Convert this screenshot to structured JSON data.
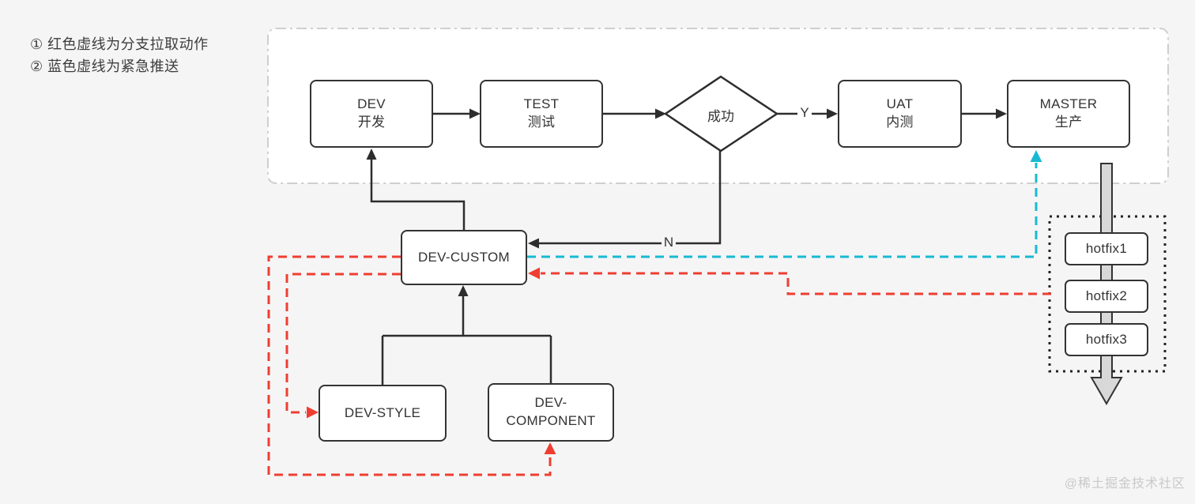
{
  "legend": {
    "line1": "① 红色虚线为分支拉取动作",
    "line2": "② 蓝色虚线为紧急推送"
  },
  "pipeline": {
    "dev": {
      "title": "DEV",
      "subtitle": "开发"
    },
    "test": {
      "title": "TEST",
      "subtitle": "测试"
    },
    "decision": {
      "label": "成功"
    },
    "uat": {
      "title": "UAT",
      "subtitle": "内测"
    },
    "master": {
      "title": "MASTER",
      "subtitle": "生产"
    }
  },
  "labels": {
    "yes": "Y",
    "no": "N"
  },
  "branches": {
    "dev_custom": "DEV-CUSTOM",
    "dev_style": "DEV-STYLE",
    "dev_component": {
      "line1": "DEV-",
      "line2": "COMPONENT"
    }
  },
  "hotfix": {
    "items": [
      {
        "label": "hotfix1"
      },
      {
        "label": "hotfix2"
      },
      {
        "label": "hotfix3"
      }
    ]
  },
  "watermark": "@稀土掘金技术社区",
  "colors": {
    "red_dashed": "#ee3e31",
    "cyan_dashed": "#18bad2",
    "line": "#2d2d2d",
    "box_border": "#333333",
    "container_border": "#cfcfcf",
    "hotfix_border": "#222222",
    "background": "#f5f5f6",
    "container_fill": "#ffffff",
    "watermark": "#c9c9c9",
    "gray_arrow_fill": "#d8d8d8"
  }
}
